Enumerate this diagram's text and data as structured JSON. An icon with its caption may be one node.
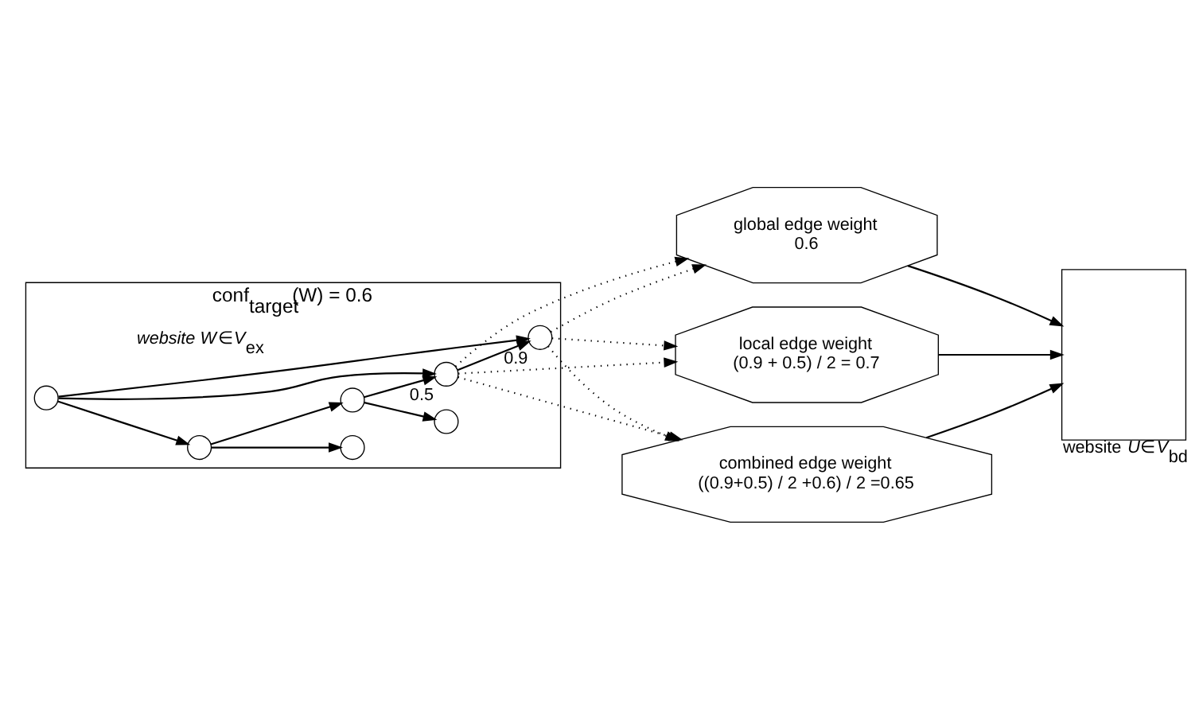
{
  "diagram": {
    "nodes": [
      {
        "text": [
          "conf$_{target}$(W) = 0.6"
        ],
        "beside": [
          "*website W*∈*V*$_{ex}$"
        ]
      },
      {
        "text": [],
        "shape": "circle",
        "in": 0
      },
      {
        "text": [],
        "shape": "circle",
        "in": 0
      },
      {
        "text": [],
        "shape": "circle",
        "in": 0
      },
      {
        "text": [],
        "shape": "circle",
        "in": 0
      },
      {
        "text": [],
        "shape": "circle",
        "in": 0
      },
      {
        "text": [],
        "shape": "circle",
        "in": 0,
        "beside": [
          "0.5"
        ]
      },
      {
        "text": [],
        "shape": "circle",
        "in": 0,
        "beside": [
          "0.9"
        ]
      },
      {
        "text": [
          "global edge weight",
          "0.6"
        ]
      },
      {
        "text": [
          "local edge weight",
          "(0.9 + 0.5) / 2 = 0.7"
        ]
      },
      {
        "text": [
          "combined edge weight",
          "((0.9+0.5) / 2 +0.6) / 2 =0.65"
        ]
      },
      {
        "text": [],
        "shape": "box",
        "beside": [
          "website *U*∈*V*$_{bd}$"
        ]
      }
    ],
    "edges": [
      {
        "from": 1,
        "to": 2,
        "arrow": "to"
      },
      {
        "from": 1,
        "to": 7,
        "arrow": "to"
      },
      {
        "from": 1,
        "to": 6,
        "arrow": "to"
      },
      {
        "from": 2,
        "to": 3,
        "arrow": "to"
      },
      {
        "from": 2,
        "to": 4,
        "arrow": "to"
      },
      {
        "from": 4,
        "to": 5,
        "arrow": "to"
      },
      {
        "from": 4,
        "to": 6,
        "arrow": "to"
      },
      {
        "from": 6,
        "to": 7,
        "arrow": "to"
      },
      {
        "from": 7,
        "to": 8,
        "arrow": "to",
        "style": "dashed"
      },
      {
        "from": 7,
        "to": 9,
        "arrow": "to",
        "style": "dashed"
      },
      {
        "from": 7,
        "to": 10,
        "arrow": "to",
        "style": "dashed"
      },
      {
        "from": 6,
        "to": 8,
        "arrow": "to",
        "style": "dashed"
      },
      {
        "from": 6,
        "to": 9,
        "arrow": "to",
        "style": "dashed"
      },
      {
        "from": 6,
        "to": 10,
        "arrow": "to",
        "style": "dashed"
      },
      {
        "from": 8,
        "to": 11,
        "arrow": "to"
      },
      {
        "from": 9,
        "to": 11,
        "arrow": "to"
      },
      {
        "from": 10,
        "to": 11,
        "arrow": "to"
      }
    ]
  }
}
